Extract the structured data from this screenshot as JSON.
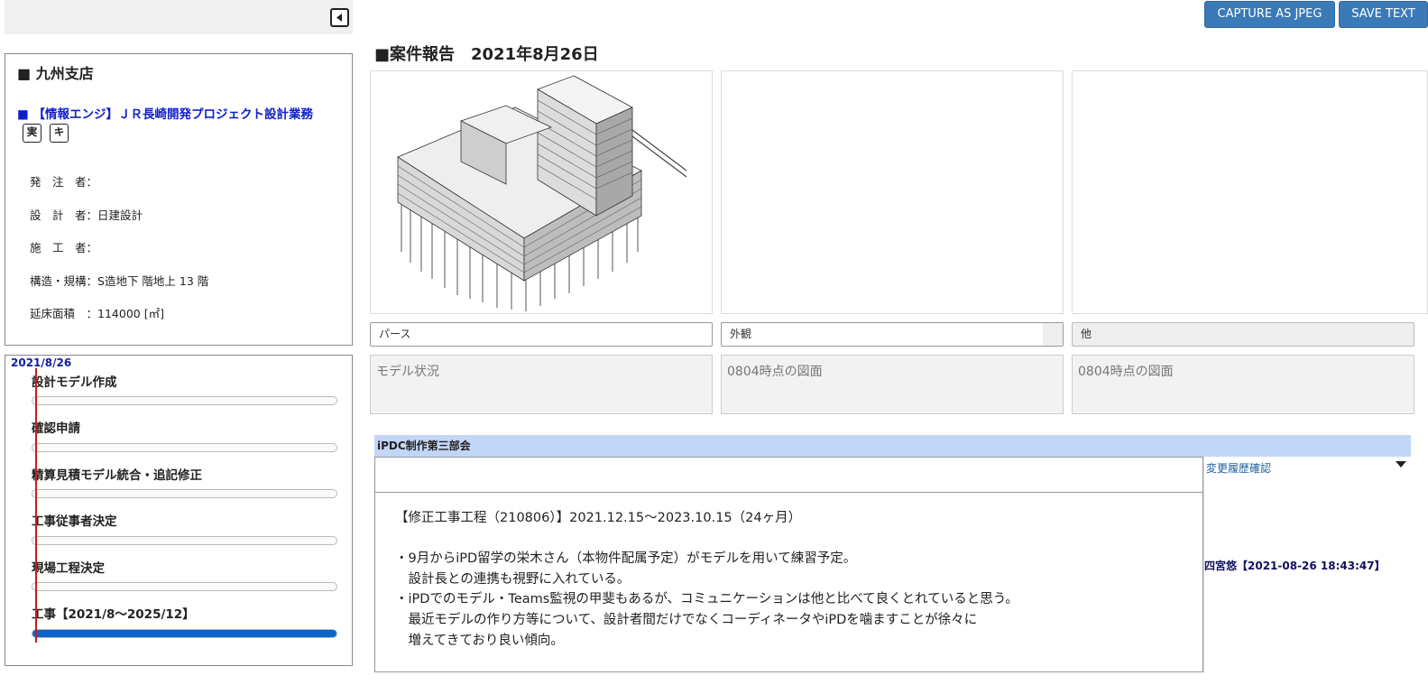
{
  "toolbar": {
    "capture_label": "CAPTURE AS JPEG",
    "save_label": "SAVE TEXT"
  },
  "report": {
    "title": "■案件報告　2021年8月26日"
  },
  "info": {
    "branch": "■ 九州支店",
    "project": "■ 【情報エンジ】ＪＲ長崎開発プロジェクト設計業務",
    "tags": [
      "実",
      "キ"
    ],
    "rows": [
      {
        "label": "発　注　者：",
        "value": ""
      },
      {
        "label": "設　計　者：",
        "value": "日建設計"
      },
      {
        "label": "施　工　者：",
        "value": ""
      },
      {
        "label": "構造・規構：",
        "value": "S造地下 階地上 13 階"
      },
      {
        "label": "延床面積　：",
        "value": "114000 [㎡]"
      }
    ]
  },
  "schedule": {
    "current_date": "2021/8/26",
    "tasks": [
      {
        "name": "設計モデル作成",
        "progress": 0
      },
      {
        "name": "確認申請",
        "progress": 0
      },
      {
        "name": "精算見積モデル統合・追記修正",
        "progress": 0
      },
      {
        "name": "工事従事者決定",
        "progress": 0
      },
      {
        "name": "現場工程決定",
        "progress": 0
      },
      {
        "name": "工事【2021/8～2025/12】",
        "progress": 1.0
      }
    ]
  },
  "images": [
    {
      "caption": "パース",
      "note": "モデル状況",
      "icon": "building-model-image"
    },
    {
      "caption": "外観",
      "note": "0804時点の図面",
      "icon": ""
    },
    {
      "caption": "他",
      "note": "0804時点の図面",
      "icon": ""
    }
  ],
  "comments": {
    "section": "iPDC制作第三部会",
    "history_link": "変更履歴確認",
    "author": "四宮悠【2021-08-26 18:43:47】",
    "body": "【修正工事工程（210806）】2021.12.15～2023.10.15（24ヶ月）\n\n・9月からiPD留学の栄木さん（本物件配属予定）がモデルを用いて練習予定。\n　設計長との連携も視野に入れている。\n・iPDでのモデル・Teams監視の甲斐もあるが、コミュニケーションは他と比べて良くとれていると思う。\n　最近モデルの作り方等について、設計者間だけでなくコーディネータやiPDを噛ますことが徐々に\n　増えてきており良い傾向。"
  },
  "colors": {
    "button": "#3a7ab8",
    "section_header": "#c2d6f7",
    "progress_fill": "#0d64c8",
    "date_line": "#c02020",
    "link": "#1020c8"
  }
}
